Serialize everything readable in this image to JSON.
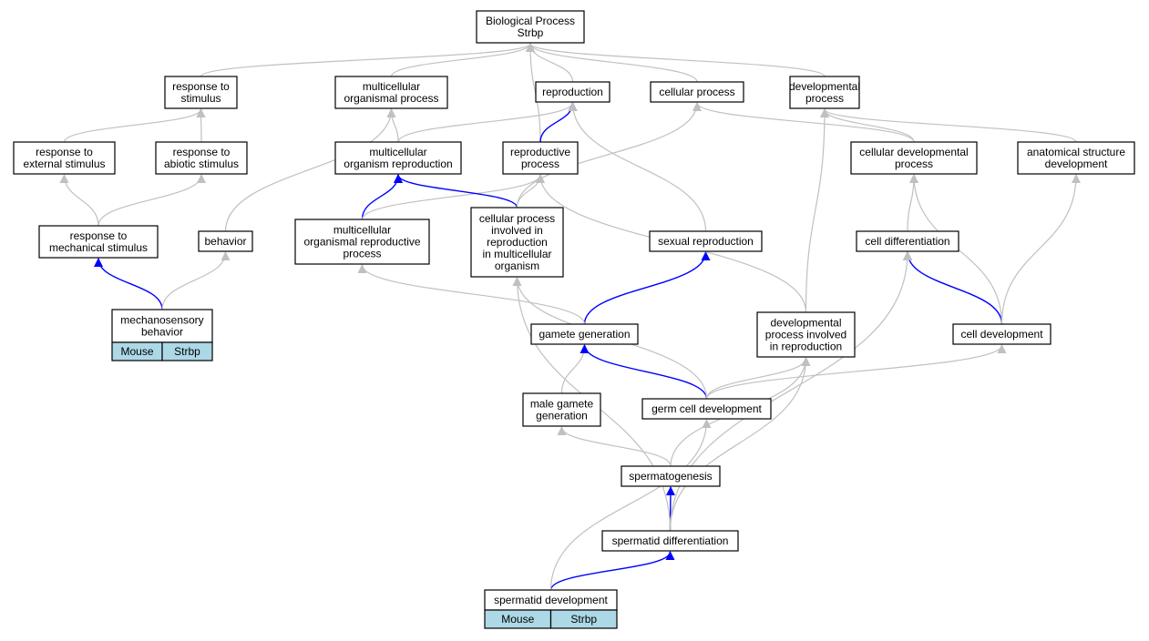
{
  "nodes": {
    "bp": [
      "Biological Process",
      "Strbp"
    ],
    "rts": [
      "response to",
      "stimulus"
    ],
    "mop": [
      "multicellular",
      "organismal process"
    ],
    "repro": [
      "reproduction"
    ],
    "cellp": [
      "cellular process"
    ],
    "devp": [
      "developmental",
      "process"
    ],
    "rtes": [
      "response to",
      "external stimulus"
    ],
    "rtas": [
      "response to",
      "abiotic stimulus"
    ],
    "mor": [
      "multicellular",
      "organism reproduction"
    ],
    "rp": [
      "reproductive",
      "process"
    ],
    "cdp": [
      "cellular developmental",
      "process"
    ],
    "asd": [
      "anatomical structure",
      "development"
    ],
    "rtms": [
      "response to",
      "mechanical stimulus"
    ],
    "behavior": [
      "behavior"
    ],
    "morp": [
      "multicellular",
      "organismal reproductive",
      "process"
    ],
    "cpirmo": [
      "cellular process",
      "involved in",
      "reproduction",
      "in multicellular",
      "organism"
    ],
    "sexr": [
      "sexual reproduction"
    ],
    "celld": [
      "cell differentiation"
    ],
    "mechb": [
      "mechanosensory",
      "behavior"
    ],
    "gameteg": [
      "gamete generation"
    ],
    "dpir": [
      "developmental",
      "process involved",
      "in reproduction"
    ],
    "celldev": [
      "cell development"
    ],
    "mgg": [
      "male gamete",
      "generation"
    ],
    "gcd": [
      "germ cell development"
    ],
    "sperg": [
      "spermatogenesis"
    ],
    "sdiff": [
      "spermatid differentiation"
    ],
    "sdev": [
      "spermatid development"
    ]
  },
  "tags": {
    "mechb": [
      "Mouse",
      "Strbp"
    ],
    "sdev": [
      "Mouse",
      "Strbp"
    ]
  },
  "colors": {
    "edge_is_a": "#c0c0c0",
    "edge_highlight": "#0000ff",
    "tag_fill": "#add8e6",
    "node_stroke": "#000000"
  },
  "edges": [
    [
      "rts",
      "bp",
      "gray"
    ],
    [
      "mop",
      "bp",
      "gray"
    ],
    [
      "rp",
      "bp",
      "gray"
    ],
    [
      "repro",
      "bp",
      "gray"
    ],
    [
      "cellp",
      "bp",
      "gray"
    ],
    [
      "devp",
      "bp",
      "gray"
    ],
    [
      "rtes",
      "rts",
      "gray"
    ],
    [
      "rtas",
      "rts",
      "gray"
    ],
    [
      "mor",
      "mop",
      "gray"
    ],
    [
      "mor",
      "repro",
      "gray"
    ],
    [
      "rp",
      "repro",
      "blue"
    ],
    [
      "cdp",
      "cellp",
      "gray"
    ],
    [
      "cdp",
      "devp",
      "gray"
    ],
    [
      "asd",
      "devp",
      "gray"
    ],
    [
      "rtms",
      "rtes",
      "gray"
    ],
    [
      "rtms",
      "rtas",
      "gray"
    ],
    [
      "behavior",
      "mop",
      "gray"
    ],
    [
      "morp",
      "mor",
      "blue"
    ],
    [
      "morp",
      "rp",
      "gray"
    ],
    [
      "cpirmo",
      "mor",
      "blue"
    ],
    [
      "cpirmo",
      "rp",
      "gray"
    ],
    [
      "cpirmo",
      "cellp",
      "gray"
    ],
    [
      "sexr",
      "repro",
      "gray"
    ],
    [
      "celld",
      "cdp",
      "gray"
    ],
    [
      "mechb",
      "rtms",
      "blue"
    ],
    [
      "mechb",
      "behavior",
      "gray"
    ],
    [
      "gameteg",
      "sexr",
      "blue"
    ],
    [
      "gameteg",
      "morp",
      "gray"
    ],
    [
      "dpir",
      "rp",
      "gray"
    ],
    [
      "dpir",
      "devp",
      "gray"
    ],
    [
      "celldev",
      "celld",
      "blue"
    ],
    [
      "celldev",
      "cdp",
      "gray"
    ],
    [
      "celldev",
      "asd",
      "gray"
    ],
    [
      "mgg",
      "gameteg",
      "gray"
    ],
    [
      "gcd",
      "gameteg",
      "blue"
    ],
    [
      "gcd",
      "dpir",
      "gray"
    ],
    [
      "gcd",
      "celldev",
      "gray"
    ],
    [
      "gcd",
      "cpirmo",
      "gray"
    ],
    [
      "sperg",
      "mgg",
      "gray"
    ],
    [
      "sperg",
      "dpir",
      "gray"
    ],
    [
      "sdiff",
      "sperg",
      "blue"
    ],
    [
      "sdiff",
      "cpirmo",
      "gray"
    ],
    [
      "sdiff",
      "dpir",
      "gray"
    ],
    [
      "sdiff",
      "celld",
      "gray"
    ],
    [
      "sdev",
      "sdiff",
      "blue"
    ],
    [
      "sdev",
      "gcd",
      "gray"
    ]
  ]
}
